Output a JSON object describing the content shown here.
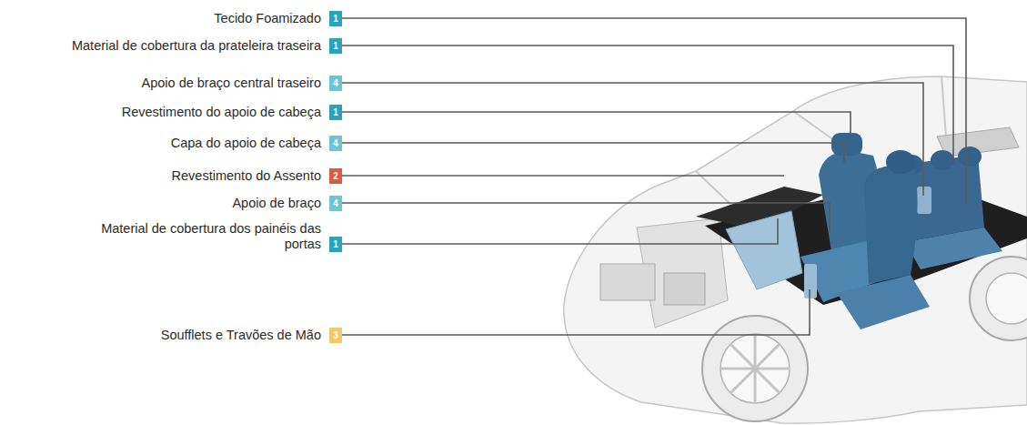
{
  "diagram": {
    "nodes": [
      {
        "text": [
          "Tecido Foamizado",
          "1"
        ]
      },
      {
        "text": [
          "Material de cobertura da prateleira traseira",
          "1"
        ]
      },
      {
        "text": [
          "Apoio de braço central traseiro",
          "4"
        ]
      },
      {
        "text": [
          "Revestimento do apoio de cabeça",
          "1"
        ]
      },
      {
        "text": [
          "Capa do apoio de cabeça",
          "4"
        ]
      },
      {
        "text": [
          "Revestimento do Assento",
          "2"
        ]
      },
      {
        "text": [
          "Apoio de braço",
          "4"
        ]
      },
      {
        "text": [
          "Material de cobertura dos painéis das portas",
          "1"
        ]
      },
      {
        "text": [
          "Soufflets e Travões de Mão",
          "3"
        ]
      }
    ]
  }
}
